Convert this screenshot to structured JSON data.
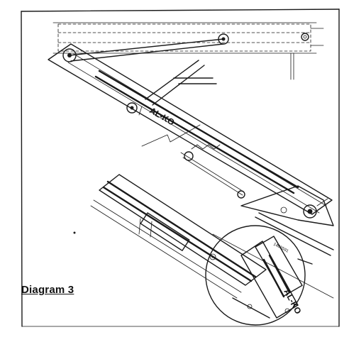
{
  "caption": "Diagram 3",
  "brand_label_upper": "AL-KO",
  "brand_label_lower": "AL-KO",
  "part_number": "1465591"
}
